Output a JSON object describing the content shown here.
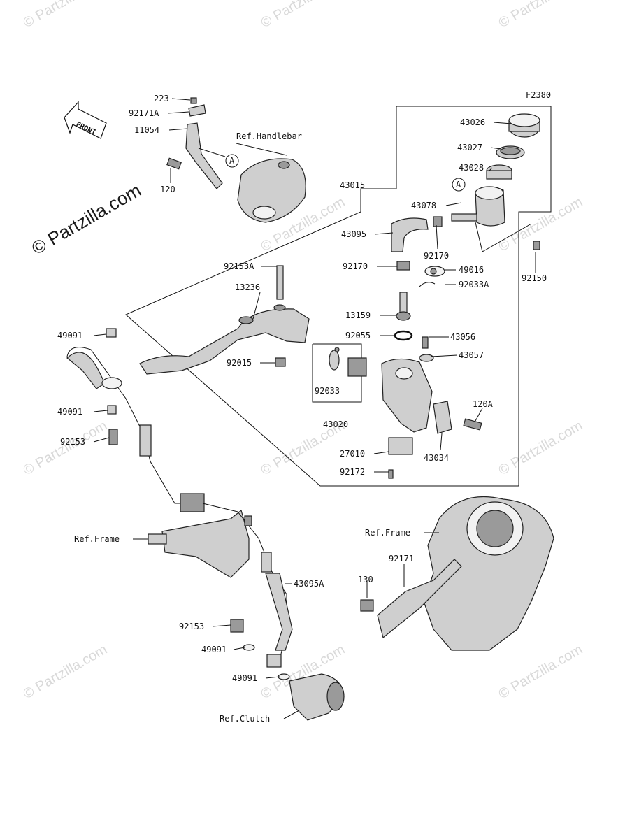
{
  "diagram": {
    "code": "F2380",
    "front_label": "FRONT",
    "callout_letter": "A",
    "watermark_main": "© Partzilla.com",
    "watermark_tile": "© Partzilla.com"
  },
  "labels": {
    "p223": "223",
    "p92171A": "92171A",
    "p11054": "11054",
    "p120": "120",
    "ref_handlebar": "Ref.Handlebar",
    "p43015": "43015",
    "p43026": "43026",
    "p43027": "43027",
    "p43028": "43028",
    "p43078": "43078",
    "p43095": "43095",
    "p92170a": "92170",
    "p92170b": "92170",
    "p92150": "92150",
    "p92153A": "92153A",
    "p13236": "13236",
    "p49016": "49016",
    "p92033A": "92033A",
    "p13159": "13159",
    "p92055": "92055",
    "p43056": "43056",
    "p43057": "43057",
    "p92015": "92015",
    "p92033": "92033",
    "p43020": "43020",
    "p120A": "120A",
    "p27010": "27010",
    "p43034": "43034",
    "p92172": "92172",
    "p49091a": "49091",
    "p49091b": "49091",
    "p92153a": "92153",
    "ref_frame_left": "Ref.Frame",
    "ref_frame_right": "Ref.Frame",
    "p92171": "92171",
    "p130": "130",
    "p43095A": "43095A",
    "p92153b": "92153",
    "p49091c": "49091",
    "p49091d": "49091",
    "ref_clutch": "Ref.Clutch"
  }
}
